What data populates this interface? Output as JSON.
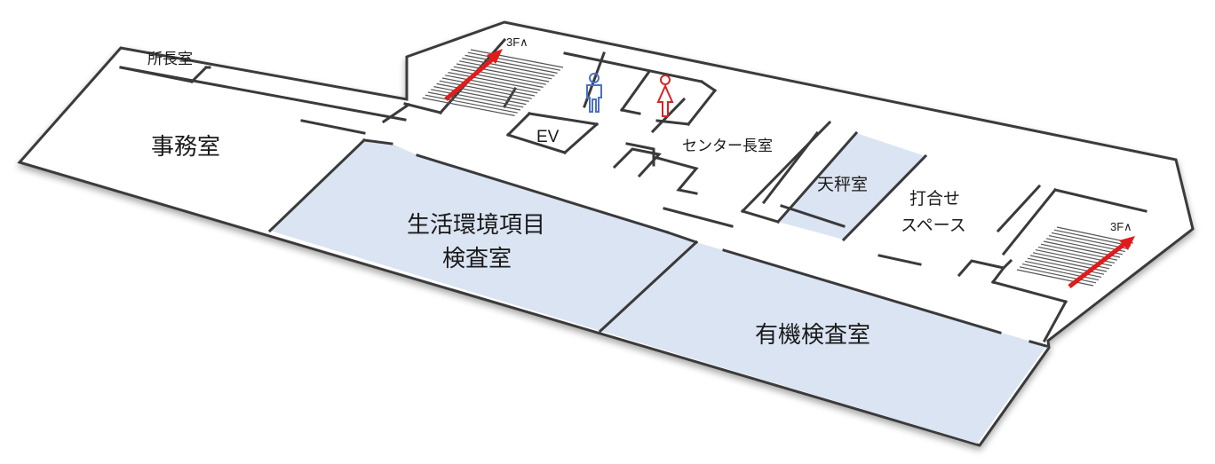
{
  "colors": {
    "lab_fill": "#dbe4f2",
    "wall": "#3a3a3a",
    "arrow": "#e11b1b",
    "male_icon": "#4a72c4",
    "female_icon": "#d92323"
  },
  "rooms": {
    "director_office": "所長室",
    "general_office": "事務室",
    "elevator": "EV",
    "center_director_office": "センター長室",
    "balance_room": "天秤室",
    "meeting_space_line1": "打合せ",
    "meeting_space_line2": "スペース",
    "lab_living_line1": "生活環境項目",
    "lab_living_line2": "検査室",
    "lab_organic": "有機検査室"
  },
  "stairs": {
    "left_label": "3F∧",
    "right_label": "3F∧"
  },
  "icons": {
    "restroom_male": "male-restroom-icon",
    "restroom_female": "female-restroom-icon",
    "stair_arrow": "up-arrow-icon"
  }
}
